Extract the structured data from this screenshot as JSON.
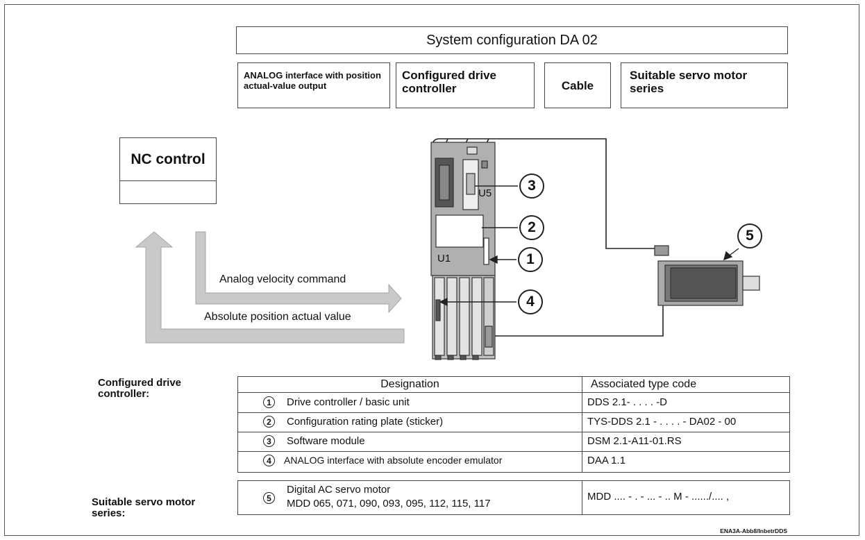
{
  "title": "System configuration DA 02",
  "headers": {
    "analog": "ANALOG interface with position actual-value output",
    "configured": "Configured drive controller",
    "cable": "Cable",
    "motor": "Suitable servo motor series"
  },
  "nc_control": "NC control",
  "arrows": {
    "velocity": "Analog velocity command",
    "position": "Absolute position actual value"
  },
  "drive_labels": {
    "u5": "U5",
    "u1": "U1"
  },
  "callouts": [
    "1",
    "2",
    "3",
    "4",
    "5"
  ],
  "side_labels": {
    "configured": "Configured drive controller:",
    "motor": "Suitable servo motor series:"
  },
  "table": {
    "headers": [
      "Designation",
      "Associated type code"
    ],
    "rows": [
      {
        "num": "1",
        "designation": "Drive controller / basic unit",
        "code": "DDS 2.1- .  . . . -D"
      },
      {
        "num": "2",
        "designation": "Configuration rating plate (sticker)",
        "code": "TYS-DDS 2.1 - . . . . - DA02 - 00"
      },
      {
        "num": "3",
        "designation": "Software module",
        "code": "DSM 2.1-A11-01.RS"
      },
      {
        "num": "4",
        "designation": "ANALOG interface with absolute encoder emulator",
        "code": "DAA 1.1"
      }
    ]
  },
  "motor_table": {
    "num": "5",
    "line1": "Digital AC servo motor",
    "line2": "MDD 065, 071, 090, 093, 095, 112, 115, 117",
    "code": "MDD .... - . - ... - .. M - ....../.... ,"
  },
  "footer": "ENA3A-Abb8/InbetrDDS"
}
